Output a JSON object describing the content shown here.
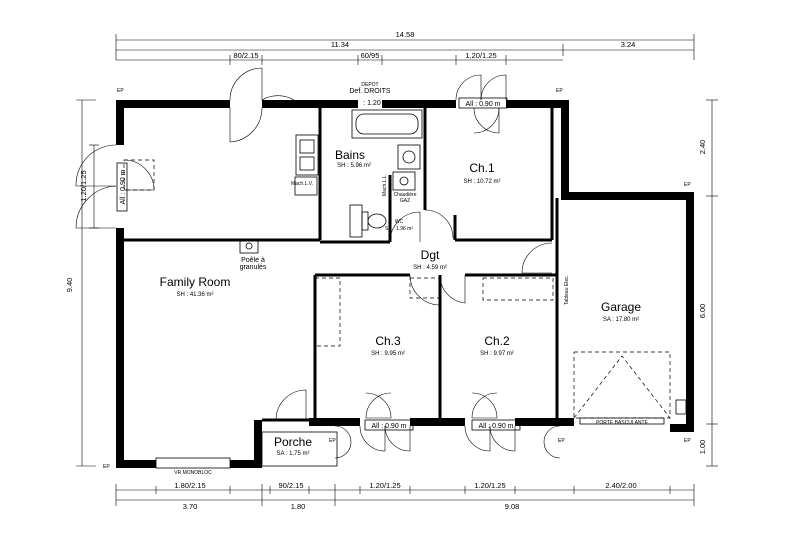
{
  "rooms": {
    "bains": {
      "name": "Bains",
      "area": "SH : 5.96 m²"
    },
    "ch1": {
      "name": "Ch.1",
      "area": "SH : 10.72 m²"
    },
    "family": {
      "name": "Family Room",
      "area": "SH : 41.36 m²"
    },
    "dgt": {
      "name": "Dgt",
      "area": "SH : 4.59 m²"
    },
    "garage": {
      "name": "Garage",
      "area": "SA : 17.80 m²"
    },
    "ch3": {
      "name": "Ch.3",
      "area": "SH : 9.95 m²"
    },
    "ch2": {
      "name": "Ch.2",
      "area": "SH : 9.97 m²"
    },
    "porche": {
      "name": "Porche",
      "area": "SA : 1.75 m²"
    },
    "wc": {
      "name": "WC",
      "area": "SH : 1.96 m²"
    }
  },
  "dimensions": {
    "top_total": "14.58",
    "top_left": "11.34",
    "top_right": "3.24",
    "top_w1": "80/2.15",
    "top_w2": "60/95",
    "top_w3": "1.20/1.25",
    "left_total": "9.40",
    "left_w": "1.20/1.25",
    "right_1": "2.40",
    "right_2": "6.00",
    "right_3": "1.00",
    "bottom_w1": "1.80/2.15",
    "bottom_w2": "90/2.15",
    "bottom_w3": "1.20/1.25",
    "bottom_w4": "1.20/1.25",
    "bottom_w5": "2.40/2.00",
    "bottom_1": "3.70",
    "bottom_2": "1.80",
    "bottom_3": "9.08"
  },
  "labels": {
    "ep": "EP",
    "depot1": "DEPOT",
    "depot2": "Def. DROITS",
    "allege_120": ": 1.20",
    "all_090": "All : 0.90 m",
    "all_090_left": "All : 0.90 m",
    "machine_lv": "Mach.L.V.",
    "machine_ll": "Mach.L.L.",
    "chaudiere1": "Chaudière",
    "chaudiere2": "GAZ",
    "poele1": "Poêle à",
    "poele2": "granulés",
    "vr_monobloc": "VR MONOBLOC",
    "porte_basculante": "PORTE BASCULANTE",
    "tableau": "Tableau Elec."
  },
  "colors": {
    "walls": "#000000",
    "background": "#ffffff"
  }
}
